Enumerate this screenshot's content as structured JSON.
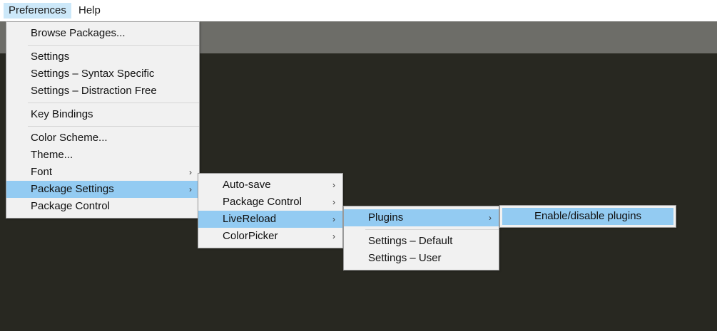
{
  "window": {
    "background_color": "#282821",
    "toolbar_color": "#6d6d68",
    "menubar_color": "#ffffff",
    "highlight_color": "#93cbf2",
    "menubar_open_color": "#cce8f9"
  },
  "menubar": {
    "items": [
      {
        "label": "Preferences",
        "open": true
      },
      {
        "label": "Help",
        "open": false
      }
    ]
  },
  "menus": {
    "preferences": {
      "name": "Preferences",
      "items": [
        {
          "label": "Browse Packages...",
          "submenu": false,
          "selected": false
        },
        {
          "separator": true
        },
        {
          "label": "Settings",
          "submenu": false,
          "selected": false
        },
        {
          "label": "Settings – Syntax Specific",
          "submenu": false,
          "selected": false
        },
        {
          "label": "Settings – Distraction Free",
          "submenu": false,
          "selected": false
        },
        {
          "separator": true
        },
        {
          "label": "Key Bindings",
          "submenu": false,
          "selected": false
        },
        {
          "separator": true
        },
        {
          "label": "Color Scheme...",
          "submenu": false,
          "selected": false
        },
        {
          "label": "Theme...",
          "submenu": false,
          "selected": false
        },
        {
          "label": "Font",
          "submenu": true,
          "selected": false
        },
        {
          "label": "Package Settings",
          "submenu": true,
          "selected": true
        },
        {
          "label": "Package Control",
          "submenu": false,
          "selected": false
        }
      ]
    },
    "package_settings": {
      "name": "Package Settings",
      "items": [
        {
          "label": "Auto-save",
          "submenu": true,
          "selected": false
        },
        {
          "label": "Package Control",
          "submenu": true,
          "selected": false
        },
        {
          "label": "LiveReload",
          "submenu": true,
          "selected": true
        },
        {
          "label": "ColorPicker",
          "submenu": true,
          "selected": false
        }
      ]
    },
    "livereload": {
      "name": "LiveReload",
      "items": [
        {
          "label": "Plugins",
          "submenu": true,
          "selected": true
        },
        {
          "separator": true
        },
        {
          "label": "Settings – Default",
          "submenu": false,
          "selected": false
        },
        {
          "label": "Settings – User",
          "submenu": false,
          "selected": false
        }
      ]
    },
    "plugins": {
      "name": "Plugins",
      "items": [
        {
          "label": "Enable/disable plugins",
          "submenu": false,
          "selected": true
        }
      ]
    }
  },
  "icons": {
    "submenu_arrow": "›"
  }
}
